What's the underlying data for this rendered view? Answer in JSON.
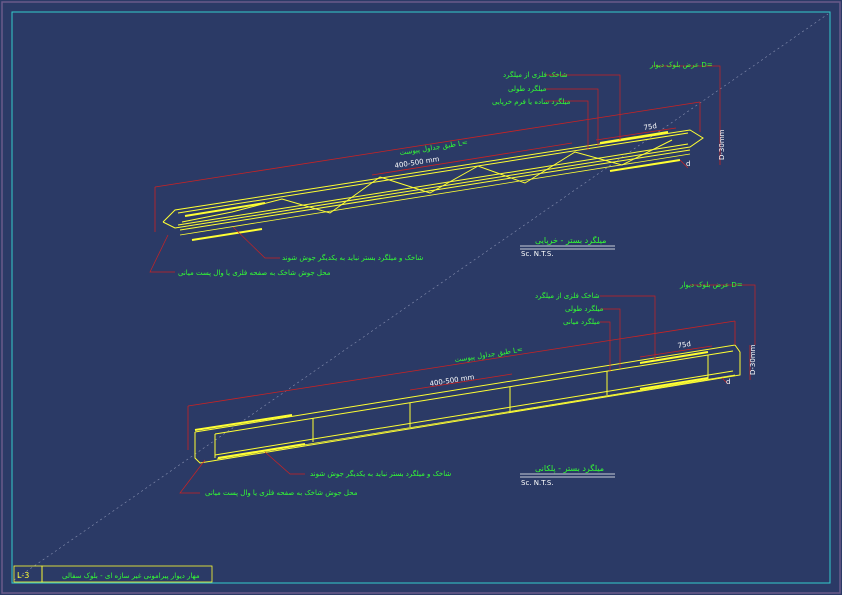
{
  "sheet": {
    "code": "L-3",
    "title": "مهار دیوار پیرامونی غیر سازه ای - بلوک سفالی"
  },
  "detail1": {
    "title": "میلگرد بستر - خرپایی",
    "scale": "Sc. N.T.S.",
    "labels": {
      "wall_width": "عرض بلوک دیوار D=",
      "bar_tie": "شاخک فلزی از میلگرد",
      "long_bar": "میلگرد طولی",
      "truss_bar": "میلگرد ساده یا فرم خرپایی",
      "length": "طبق جداول پیوست L=",
      "spacing": "400-500 mm",
      "lap": "75d",
      "d_minus": "D-30mm",
      "d_small": "d",
      "weld_note": "شاخک و میلگرد بستر نباید به یکدیگر جوش شوند",
      "weld_place": "محل جوش شاخک به صفحه فلزی یا وال پست میانی"
    }
  },
  "detail2": {
    "title": "میلگرد بستر - پلکانی",
    "scale": "Sc. N.T.S.",
    "labels": {
      "wall_width": "عرض بلوک دیوار D=",
      "bar_tie": "شاخک فلزی از میلگرد",
      "long_bar": "میلگرد طولی",
      "mid_bar": "میلگرد میانی",
      "length": "طبق جداول پیوست L=",
      "spacing": "400-500 mm",
      "lap": "75d",
      "d_minus": "D-30mm",
      "d_small": "d",
      "weld_note": "شاخک و میلگرد بستر نباید به یکدیگر جوش شوند",
      "weld_place": "محل جوش شاخک به صفحه فلزی یا وال پست میانی"
    }
  },
  "colors": {
    "background": "#2b3a66",
    "frame": "#33cccc",
    "rebar": "#ffff33",
    "dimension": "#cc2222",
    "text": "#33ff33"
  }
}
